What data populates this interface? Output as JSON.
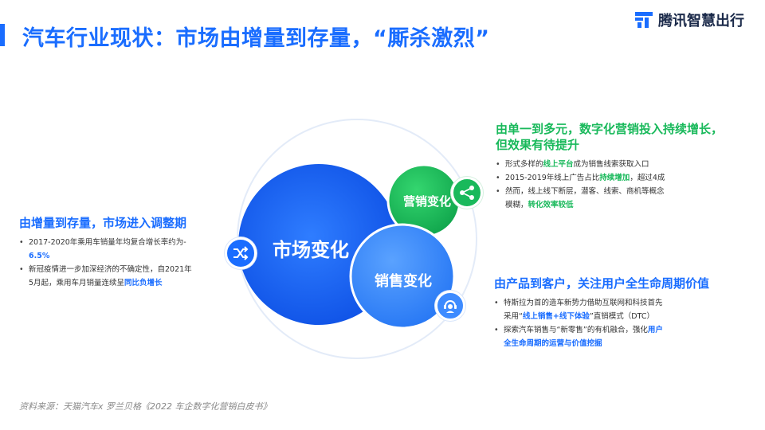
{
  "title": "汽车行业现状：市场由增量到存量，“厮杀激烈”",
  "logo": {
    "text": "腾讯智慧出行"
  },
  "venn": {
    "market_label": "市场变化",
    "marketing_label": "营销变化",
    "sales_label": "销售变化"
  },
  "left": {
    "heading": "由增量到存量，市场进入调整期",
    "bullets": [
      {
        "text": "2017-2020年乘用车销量年均复合增长率约为-",
        "highlight": "6.5%"
      },
      {
        "text": "新冠疫情进一步加深经济的不确定性，自2021年",
        "cont": "5月起，乘用车月销量连续呈",
        "highlight": "同比负增长"
      }
    ]
  },
  "top_right": {
    "heading_line1": "由单一到多元，数字化营销投入持续增长，",
    "heading_line2": "但效果有待提升",
    "bullets": [
      {
        "pre": "形式多样的",
        "highlight": "线上平台",
        "post": "成为销售线索获取入口"
      },
      {
        "pre": "2015-2019年线上广告占比",
        "highlight": "持续增加",
        "post": "，超过4成"
      },
      {
        "pre": "然而，线上线下断层，潜客、线索、商机等概念",
        "cont_pre": "模糊，",
        "highlight": "转化效率较低"
      }
    ]
  },
  "bottom_right": {
    "heading": "由产品到客户，关注用户全生命周期价值",
    "bullets": [
      {
        "pre": "特斯拉为首的造车新势力借助互联网和科技首先",
        "cont_pre": "采用“",
        "highlight": "线上销售+线下体验",
        "cont_post": "”直销模式（DTC）"
      },
      {
        "pre": "探索汽车销售与“新零售”的有机融合，强化",
        "highlight": "用户",
        "cont_highlight": "全生命周期的运营与价值挖掘"
      }
    ]
  },
  "source": "资料来源：天猫汽车x 罗兰贝格《2022 车企数字化营销白皮书》",
  "colors": {
    "blue": "#1a6dff",
    "green": "#19b95b",
    "light_blue": "#3d8bff"
  },
  "icons": {
    "market": "shuffle-icon",
    "marketing": "share-icon",
    "sales": "customer-service-icon"
  }
}
